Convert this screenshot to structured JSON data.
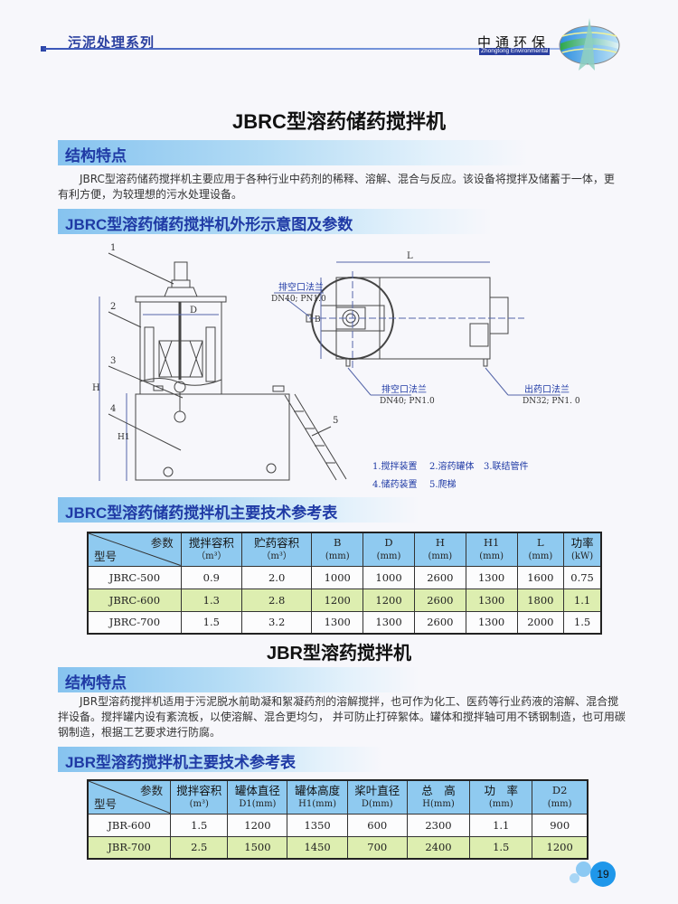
{
  "header": {
    "series_title": "污泥处理系列",
    "brand_cn": "中通环保",
    "brand_en": "Zhongtong Environmental",
    "logo_icon": "company-logo-icon"
  },
  "jbrc": {
    "title": "JBRC型溶药储药搅拌机",
    "features_heading": "结构特点",
    "features_text": "JBRC型溶药储药搅拌机主要应用于各种行业中药剂的稀释、溶解、混合与反应。该设备将搅拌及储蓄于一体，更有利方便，为较理想的污水处理设备。",
    "diagram_heading": "JBRC型溶药储药搅拌机外形示意图及参数",
    "diagram": {
      "callouts": [
        "1",
        "2",
        "3",
        "4",
        "5"
      ],
      "dims": {
        "D": "D",
        "H": "H",
        "H1": "H1",
        "B": "B",
        "L": "L"
      },
      "flange_vent_top": {
        "label": "排空口法兰",
        "spec": "DN40; PN1.0"
      },
      "flange_vent_bottom": {
        "label": "排空口法兰",
        "spec": "DN40; PN1.0"
      },
      "flange_outlet": {
        "label": "出药口法兰",
        "spec": "DN32; PN1. 0"
      },
      "legend": [
        "1.搅拌装置",
        "2.溶药罐体",
        "3.联结管件",
        "4.储药装置",
        "5.爬梯"
      ]
    },
    "table_heading": "JBRC型溶药储药搅拌机主要技术参考表",
    "table": {
      "corner_param": "参数",
      "corner_model": "型号",
      "columns": [
        {
          "name": "搅拌容积",
          "unit": "（m³）"
        },
        {
          "name": "贮药容积",
          "unit": "（m³）"
        },
        {
          "name": "B",
          "unit": "(mm)"
        },
        {
          "name": "D",
          "unit": "(mm)"
        },
        {
          "name": "H",
          "unit": "(mm)"
        },
        {
          "name": "H1",
          "unit": "(mm)"
        },
        {
          "name": "L",
          "unit": "(mm)"
        },
        {
          "name": "功率",
          "unit": "(kW)"
        }
      ],
      "rows": [
        [
          "JBRC-500",
          "0.9",
          "2.0",
          "1000",
          "1000",
          "2600",
          "1300",
          "1600",
          "0.75"
        ],
        [
          "JBRC-600",
          "1.3",
          "2.8",
          "1200",
          "1200",
          "2600",
          "1300",
          "1800",
          "1.1"
        ],
        [
          "JBRC-700",
          "1.5",
          "3.2",
          "1300",
          "1300",
          "2600",
          "1300",
          "2000",
          "1.5"
        ]
      ],
      "highlight_row": 1
    }
  },
  "jbr": {
    "title": "JBR型溶药搅拌机",
    "features_heading": "结构特点",
    "features_text": "JBR型溶药搅拌机适用于污泥脱水前助凝和絮凝药剂的溶解搅拌，也可作为化工、医药等行业药液的溶解、混合搅拌设备。搅拌罐内设有紊流板，以使溶解、混合更均匀， 并可防止打碎絮体。罐体和搅拌轴可用不锈钢制造，也可用碳钢制造，根据工艺要求进行防腐。",
    "table_heading": "JBR型溶药搅拌机主要技术参考表",
    "table": {
      "corner_param": "参数",
      "corner_model": "型号",
      "columns": [
        {
          "name": "搅拌容积",
          "unit": "(m³)"
        },
        {
          "name": "罐体直径",
          "unit": "D1(mm)"
        },
        {
          "name": "罐体高度",
          "unit": "H1(mm)"
        },
        {
          "name": "桨叶直径",
          "unit": "D(mm)"
        },
        {
          "name": "总　高",
          "unit": "H(mm)"
        },
        {
          "name": "功　率",
          "unit": "(mm)"
        },
        {
          "name": "D2",
          "unit": "(mm)"
        }
      ],
      "rows": [
        [
          "JBR-600",
          "1.5",
          "1200",
          "1350",
          "600",
          "2300",
          "1.1",
          "900"
        ],
        [
          "JBR-700",
          "2.5",
          "1500",
          "1450",
          "700",
          "2400",
          "1.5",
          "1200"
        ]
      ],
      "highlight_row": 1
    }
  },
  "footer": {
    "page_number": "19"
  },
  "colors": {
    "heading_blue": "#1f3aa5",
    "bar_blue": "#86c3ef",
    "table_header": "#8fcaf0",
    "table_highlight": "#ddeeb0",
    "page_badge": "#1f97ea"
  }
}
